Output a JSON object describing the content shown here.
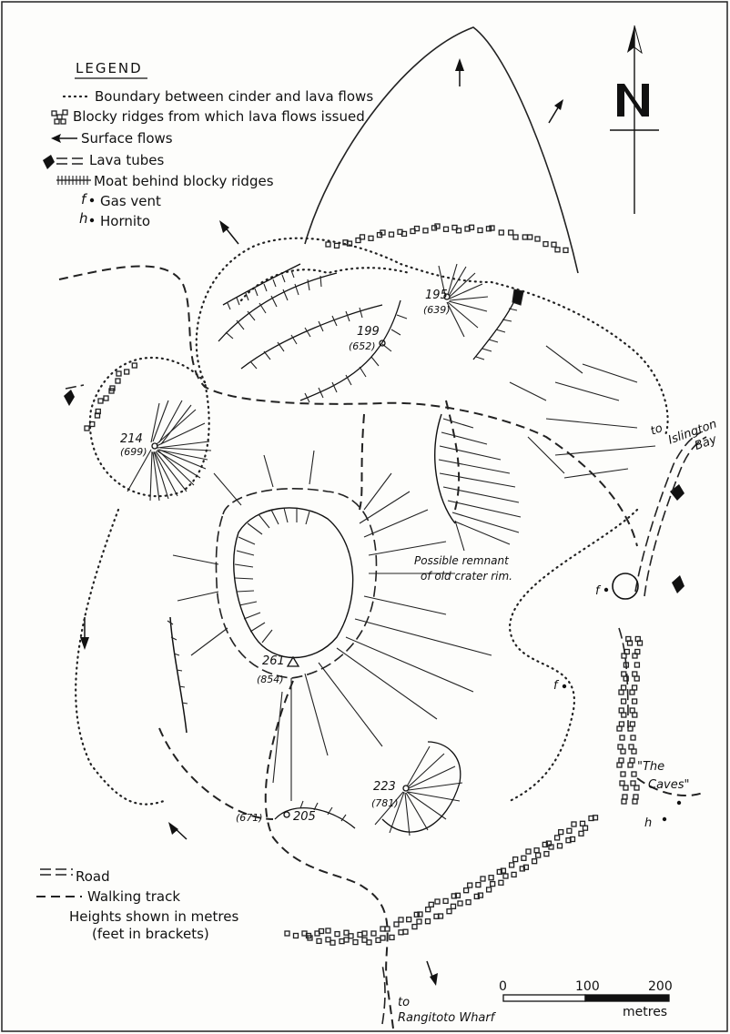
{
  "legend": {
    "title": "LEGEND",
    "items": [
      {
        "symbol": "dotted-line",
        "label": "Boundary between cinder and lava flows"
      },
      {
        "symbol": "blocky-ridge",
        "label": "Blocky ridges from which lava flows issued"
      },
      {
        "symbol": "arrow",
        "label": "Surface flows"
      },
      {
        "symbol": "lava-tube",
        "label": "Lava tubes"
      },
      {
        "symbol": "moat",
        "label": "Moat behind blocky ridges"
      },
      {
        "symbol": "gas-vent",
        "label": "Gas vent",
        "prefix": "f"
      },
      {
        "symbol": "hornito",
        "label": "Hornito",
        "prefix": "h"
      }
    ]
  },
  "bottom_legend": {
    "road": "Road",
    "track": "Walking track",
    "heights_line1": "Heights shown in metres",
    "heights_line2": "(feet in brackets)"
  },
  "heights": {
    "h214": {
      "m": "214",
      "ft": "(699)"
    },
    "h199": {
      "m": "199",
      "ft": "(652)"
    },
    "h195": {
      "m": "195",
      "ft": "(639)"
    },
    "h261": {
      "m": "261",
      "ft": "(854)"
    },
    "h223": {
      "m": "223",
      "ft": "(781)"
    },
    "h205": {
      "m": "205",
      "ft": "(671)"
    }
  },
  "annotations": {
    "remnant_line1": "Possible remnant",
    "remnant_line2": "of old crater rim.",
    "gas_vent_f": "f",
    "hornito_h": "h",
    "caves_line1": "\"The",
    "caves_line2": "Caves\""
  },
  "destinations": {
    "islington_to": "to",
    "islington_1": "Islington",
    "islington_2": "Bay",
    "wharf_to": "to",
    "wharf_name": "Rangitoto Wharf"
  },
  "scale": {
    "ticks": [
      "0",
      "100",
      "200"
    ],
    "unit": "metres"
  },
  "north_arrow": {
    "label": "N"
  }
}
